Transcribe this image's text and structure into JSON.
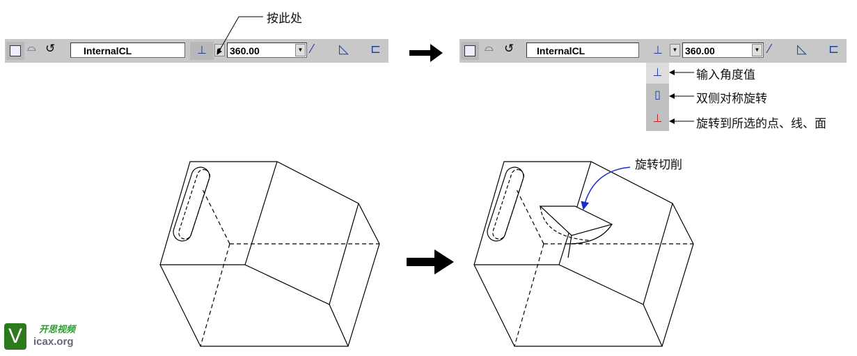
{
  "callout_click_here": "按此处",
  "toolbar": {
    "profile_value": "InternalCL",
    "angle_value": "360.00"
  },
  "menu": [
    {
      "label": "输入角度值",
      "icon": "angle-value-icon"
    },
    {
      "label": "双侧对称旋转",
      "icon": "symmetric-icon"
    },
    {
      "label": "旋转到所选的点、线、面",
      "icon": "to-selected-icon"
    }
  ],
  "callout_revolve_cut": "旋转切削",
  "watermark": {
    "text": "开思视频",
    "site": "icax.org"
  },
  "colors": {
    "toolbar": "#c8c8c8",
    "icon_blue": "#2040a0",
    "arrow_blue": "#1a2ad0"
  }
}
